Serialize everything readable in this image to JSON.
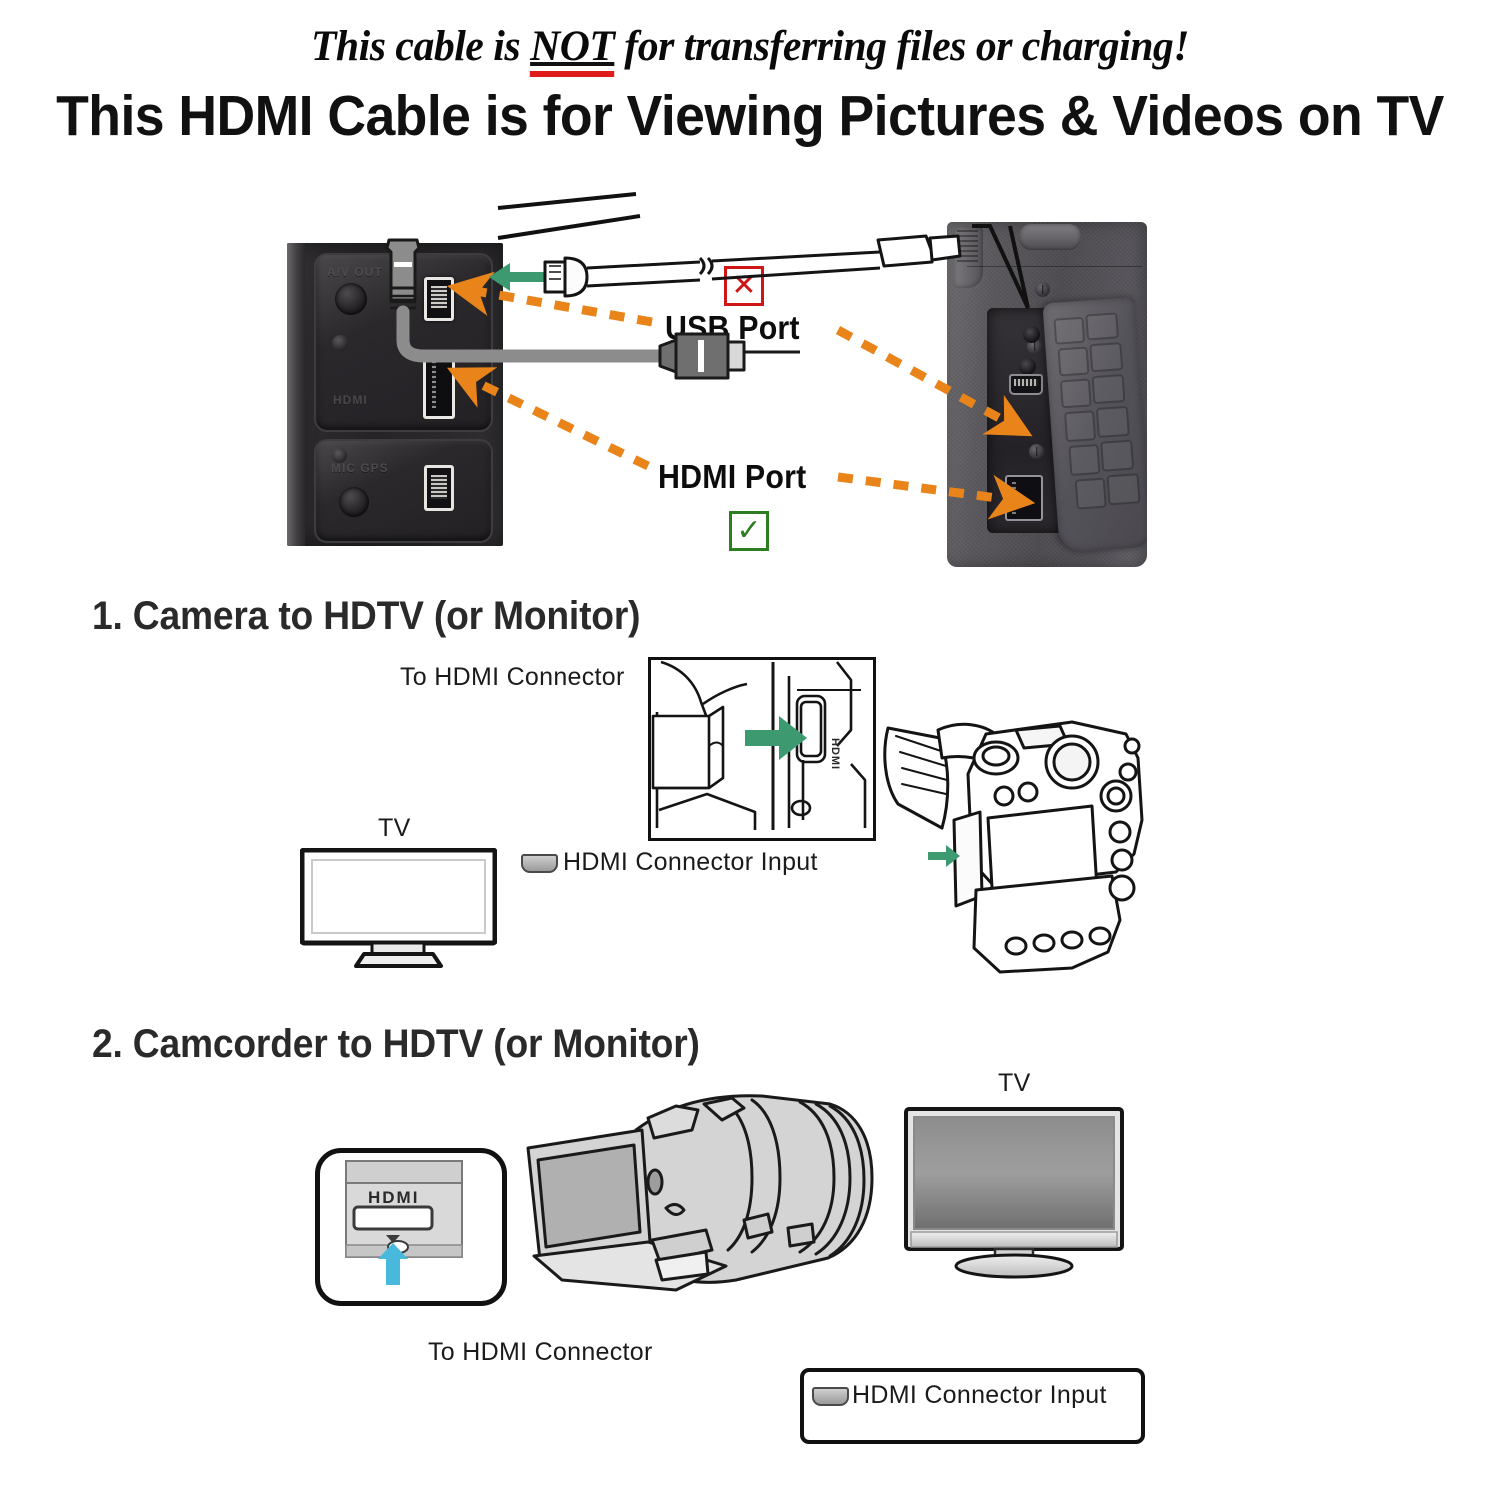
{
  "headline": {
    "script_prefix": "This cable is ",
    "script_not": "NOT",
    "script_suffix": " for transferring files or charging!",
    "main": "This HDMI Cable is for Viewing Pictures & Videos on TV"
  },
  "ports_section": {
    "usb_label": "USB Port",
    "hdmi_label": "HDMI Port",
    "x_mark": "✕",
    "check_mark": "✓",
    "x_color": "#cf1616",
    "check_color": "#2e7d23",
    "arrow_color": "#e8841a",
    "left_photo": {
      "emboss_av_out": "A/V OUT",
      "emboss_hdmi": "HDMI",
      "emboss_mic": "MIC GPS"
    }
  },
  "sections": [
    {
      "heading": "1. Camera to HDTV (or Monitor)",
      "labels": {
        "to_hdmi_connector": "To HDMI Connector",
        "tv": "TV",
        "hdmi_connector_input": "HDMI Connector Input",
        "port_text": "HDMI"
      }
    },
    {
      "heading": "2. Camcorder to HDTV (or Monitor)",
      "labels": {
        "to_hdmi_connector": "To HDMI Connector",
        "tv": "TV",
        "hdmi_connector_input": "HDMI Connector Input",
        "port_text": "HDMI"
      }
    }
  ],
  "colors": {
    "green_arrow": "#3d9970",
    "cyan_arrow": "#49b8dd",
    "line_art": "#1a1a1a",
    "background": "#ffffff"
  }
}
